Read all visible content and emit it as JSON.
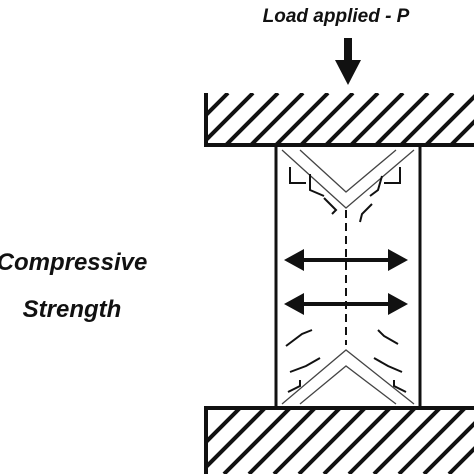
{
  "labels": {
    "load": "Load applied - P",
    "strength_line1": "Compressive",
    "strength_line2": "Strength"
  },
  "colors": {
    "ink": "#111111",
    "background": "#ffffff"
  },
  "icons": {
    "load_arrow": "down-arrow-icon",
    "tension_arrows": "double-headed-arrow-icon"
  }
}
